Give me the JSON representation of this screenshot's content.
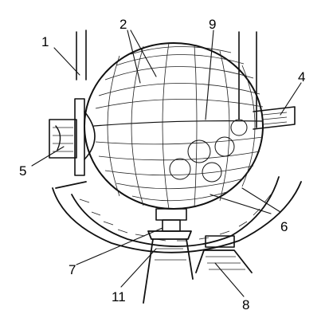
{
  "labels": [
    {
      "id": "1",
      "text": "1"
    },
    {
      "id": "2",
      "text": "2"
    },
    {
      "id": "9",
      "text": "9"
    },
    {
      "id": "4",
      "text": "4"
    },
    {
      "id": "5",
      "text": "5"
    },
    {
      "id": "6",
      "text": "6"
    },
    {
      "id": "7",
      "text": "7"
    },
    {
      "id": "11",
      "text": "11"
    },
    {
      "id": "8",
      "text": "8"
    }
  ],
  "colors": {
    "ink": "#111111",
    "paper": "#ffffff"
  }
}
